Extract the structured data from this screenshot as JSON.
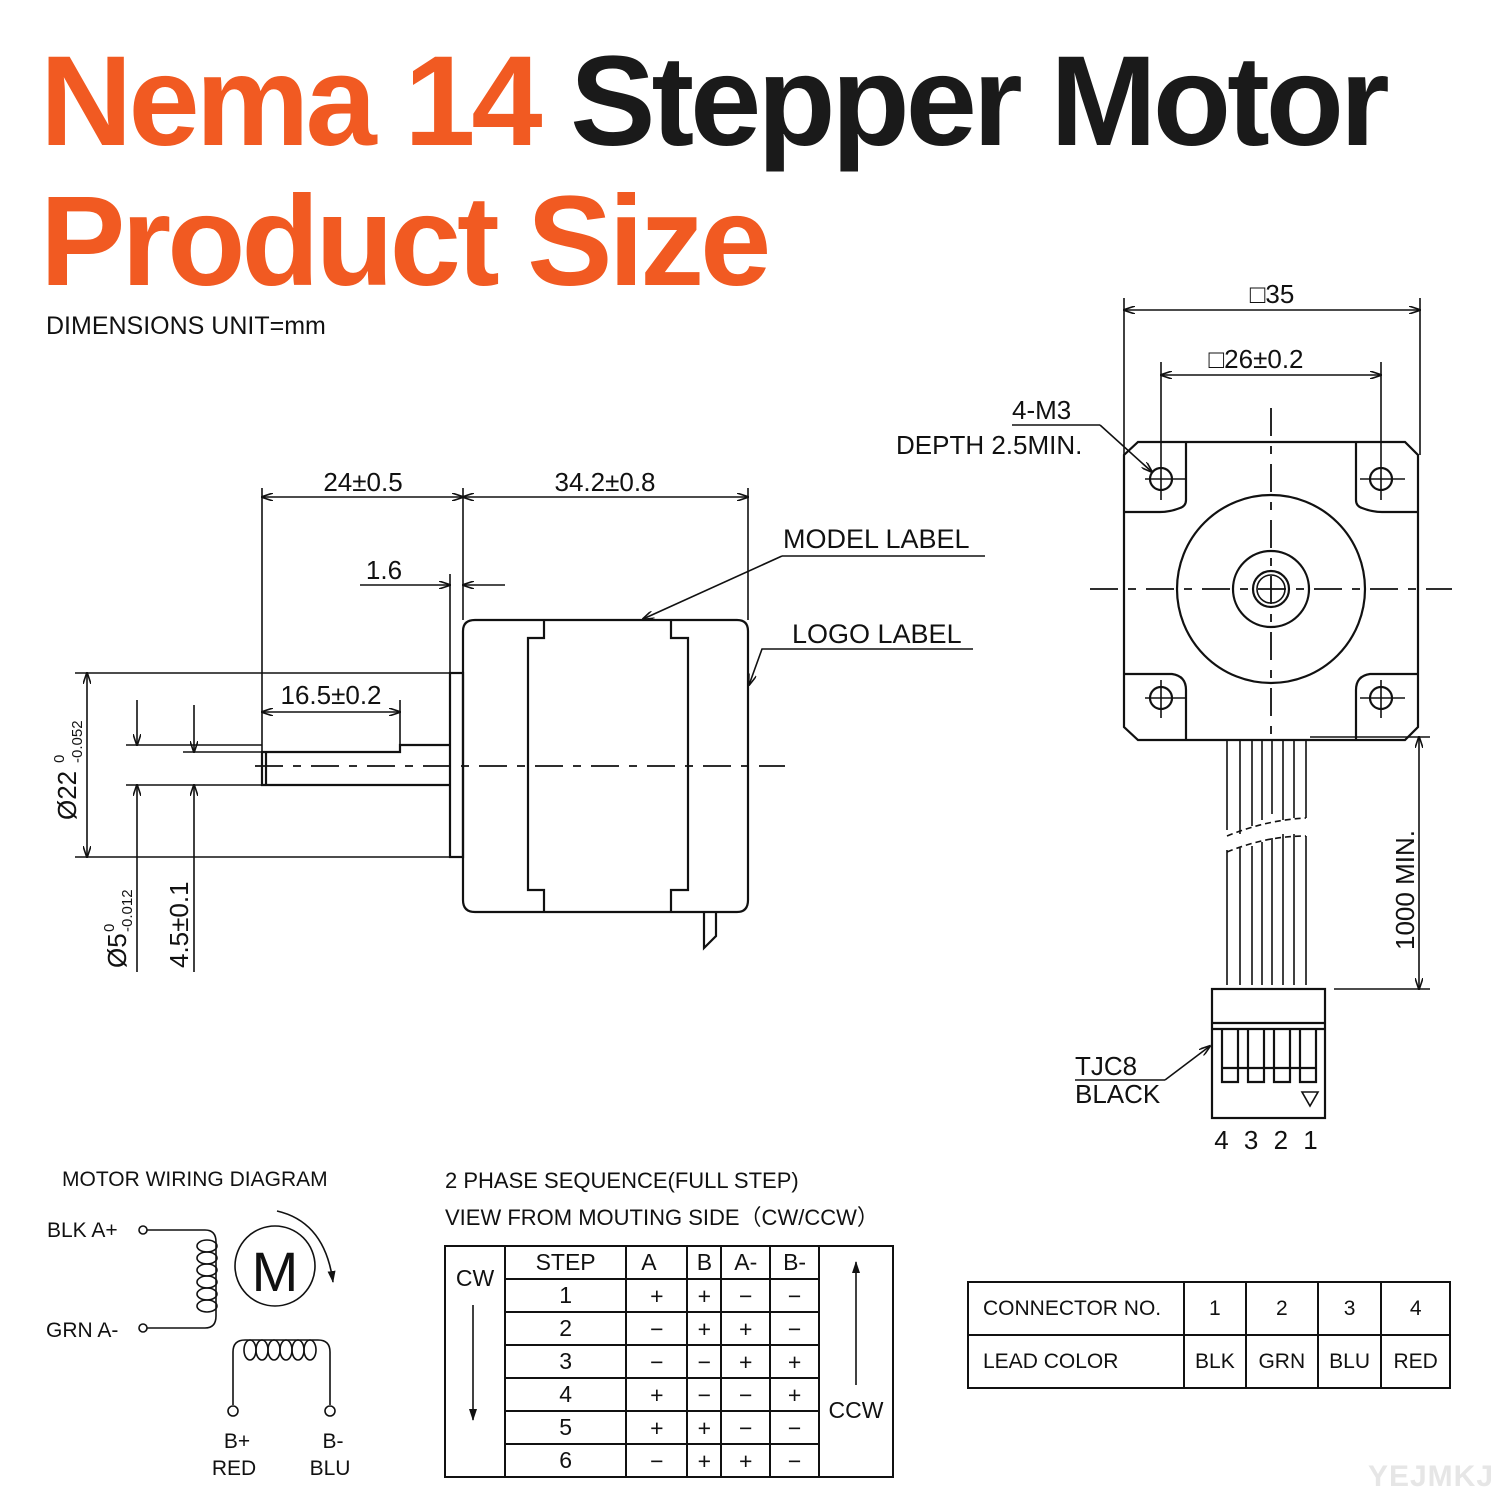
{
  "header": {
    "title_orange_1": "Nema 14",
    "title_black_1": "Stepper Motor",
    "title_orange_2": "Product Size",
    "unit_label": "DIMENSIONS UNIT=mm",
    "colors": {
      "accent": "#f15a22",
      "text": "#1a1a1a"
    }
  },
  "side_view": {
    "dim_shaft_length": "24±0.5",
    "dim_body_length": "34.2±0.8",
    "dim_flange": "1.6",
    "dim_flat_length": "16.5±0.2",
    "dim_boss_diameter": "Ø22",
    "dim_boss_tol_upper": "0",
    "dim_boss_tol_lower": "-0.052",
    "dim_shaft_diameter": "Ø5",
    "dim_shaft_tol_upper": "0",
    "dim_shaft_tol_lower": "-0.012",
    "dim_flat_depth": "4.5±0.1",
    "label_model": "MODEL LABEL",
    "label_logo": "LOGO LABEL"
  },
  "front_view": {
    "dim_square_outer": "□35",
    "dim_square_holes": "□26±0.2",
    "holes_label_1": "4-M3",
    "holes_label_2": "DEPTH 2.5MIN.",
    "dim_lead_length": "1000 MIN.",
    "connector_label_1": "TJC8",
    "connector_label_2": "BLACK",
    "connector_pins": "4 3 2 1"
  },
  "wiring": {
    "title": "MOTOR WIRING  DIAGRAM",
    "a_plus": "BLK  A+",
    "a_minus": "GRN  A-",
    "b_plus": "B+",
    "b_plus_color": "RED",
    "b_minus": "B-",
    "b_minus_color": "BLU",
    "motor_symbol": "M"
  },
  "sequence": {
    "title_1": "2 PHASE SEQUENCE(FULL STEP)",
    "title_2": "VIEW FROM MOUTING SIDE（CW/CCW）",
    "cw_label": "CW",
    "ccw_label": "CCW",
    "headers": [
      "STEP",
      "A",
      "B",
      "A-",
      "B-"
    ],
    "rows": [
      [
        "1",
        "+",
        "+",
        "−",
        "−"
      ],
      [
        "2",
        "−",
        "+",
        "+",
        "−"
      ],
      [
        "3",
        "−",
        "−",
        "+",
        "+"
      ],
      [
        "4",
        "+",
        "−",
        "−",
        "+"
      ],
      [
        "5",
        "+",
        "+",
        "−",
        "−"
      ],
      [
        "6",
        "−",
        "+",
        "+",
        "−"
      ]
    ]
  },
  "connector_table": {
    "row1_label": "CONNECTOR NO.",
    "row2_label": "LEAD COLOR",
    "numbers": [
      "1",
      "2",
      "3",
      "4"
    ],
    "colors": [
      "BLK",
      "GRN",
      "BLU",
      "RED"
    ]
  },
  "watermark": "YEJMKJ"
}
